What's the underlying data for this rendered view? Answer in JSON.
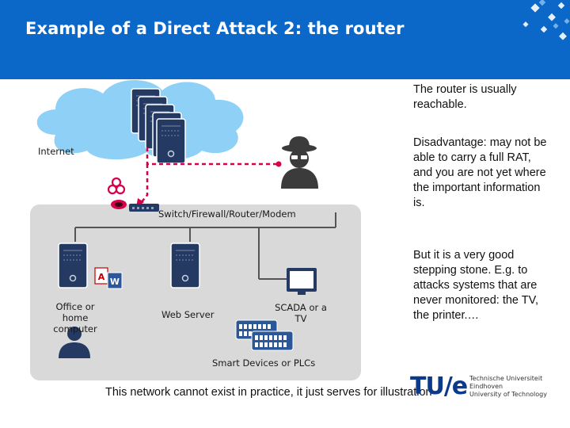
{
  "slide": {
    "title": "Example of a Direct Attack 2: the router",
    "side_text": [
      "The router is usually reachable.",
      "Disadvantage: may not be able to carry a full RAT, and you are not yet where the important information is.",
      "But it is a very good stepping stone. E.g. to attacks systems that are never monitored: the TV, the printer.…"
    ],
    "footer_note": "This network cannot exist in practice, it just serves for illustration",
    "logo": {
      "mark": "TU/e",
      "lines": [
        "Technische Universiteit",
        "Eindhoven",
        "University of Technology"
      ]
    }
  },
  "diagram": {
    "internet_label": "Internet",
    "router_label": "Switch/Firewall/Router/Modem",
    "office_label": [
      "Office or",
      "home",
      "computer"
    ],
    "webserver_label": "Web Server",
    "scada_label": [
      "SCADA or a",
      "TV"
    ],
    "smart_label": "Smart Devices or PLCs"
  },
  "colors": {
    "header": "#0b67c8",
    "cloud": "#8fd0f7",
    "network_area": "#d9d9d9",
    "server": "#243a63",
    "attack_path": "#d6004c",
    "plc": "#2b5797"
  },
  "icons": [
    "server-icon",
    "hacker-icon",
    "biohazard-icon",
    "router-icon",
    "office-document-icon",
    "user-icon",
    "monitor-icon",
    "plc-icon"
  ]
}
